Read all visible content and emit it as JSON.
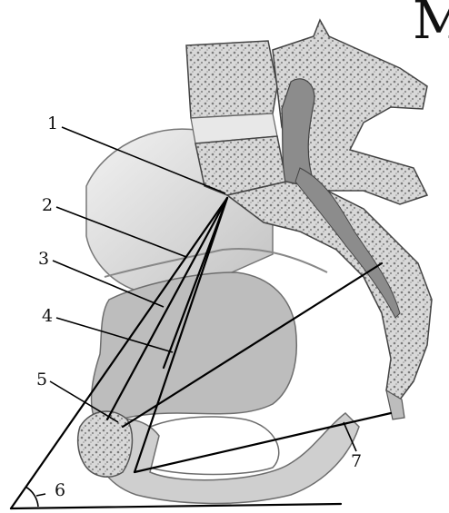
{
  "figure": {
    "title_fragment": "M",
    "labels": [
      "1",
      "2",
      "3",
      "4",
      "5",
      "6",
      "7"
    ],
    "colors": {
      "bone_light": "#e6e6e6",
      "bone_mid": "#c9c9c9",
      "bone_dark": "#8f8f8f",
      "cancellous": "#b4b4b4",
      "outline": "#555555",
      "lines": "#000000"
    }
  }
}
